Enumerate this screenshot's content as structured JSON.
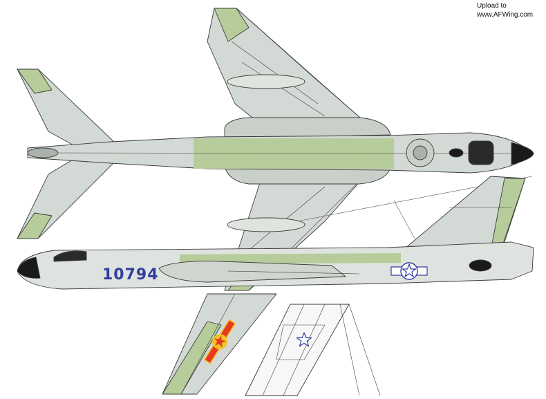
{
  "watermark": {
    "line1": "Upload to",
    "line2": "www.AFWing.com"
  },
  "aircraft": {
    "serial_number": "10794"
  },
  "colors": {
    "silver": "#d3d9d4",
    "green_grey": "#b6cc9a",
    "outline": "#3a3a3a",
    "serial_blue": "#2f3f9e",
    "roundel_red": "#e8381e",
    "roundel_yellow": "#f2c22a"
  }
}
